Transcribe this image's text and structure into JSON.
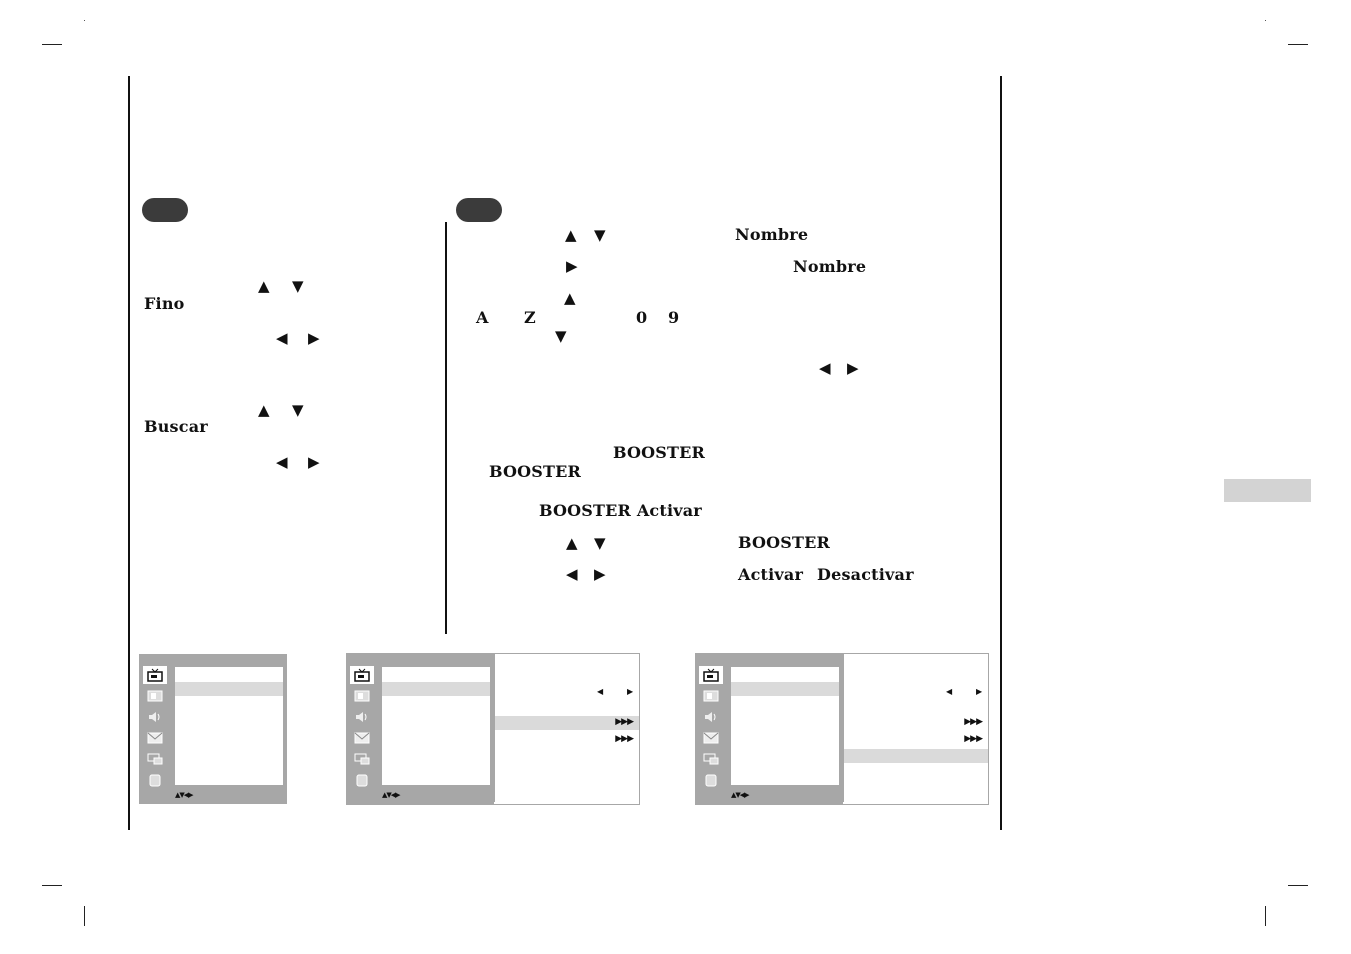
{
  "left": {
    "arrows_up_down": "▲ ▼",
    "arrows_left_right": "◀ ▶",
    "fino_label": "Fino",
    "buscar_label": "Buscar"
  },
  "right": {
    "nombre_1": "Nombre",
    "nombre_2": "Nombre",
    "letter_a": "A",
    "letter_z": "Z",
    "digit_0": "0",
    "digit_9": "9",
    "booster_1": "BOOSTER",
    "booster_2": "BOOSTER",
    "booster_activar": "BOOSTER Activar",
    "booster_3": "BOOSTER",
    "activar": "Activar",
    "desactivar": "Desactivar"
  },
  "glyphs": {
    "up": "▲",
    "down": "▼",
    "left": "◀",
    "right": "▶",
    "triple_right": "▶▶▶",
    "nav_hint": "▲▼◀▶"
  },
  "icons": [
    "tv-station-icon",
    "picture-icon",
    "sound-icon",
    "time-icon",
    "screen-icon",
    "special-icon"
  ],
  "colors": {
    "menu_bg": "#a7a7a7",
    "highlight": "#dadada",
    "pill": "#3b3b3b",
    "tab": "#d3d3d3"
  }
}
